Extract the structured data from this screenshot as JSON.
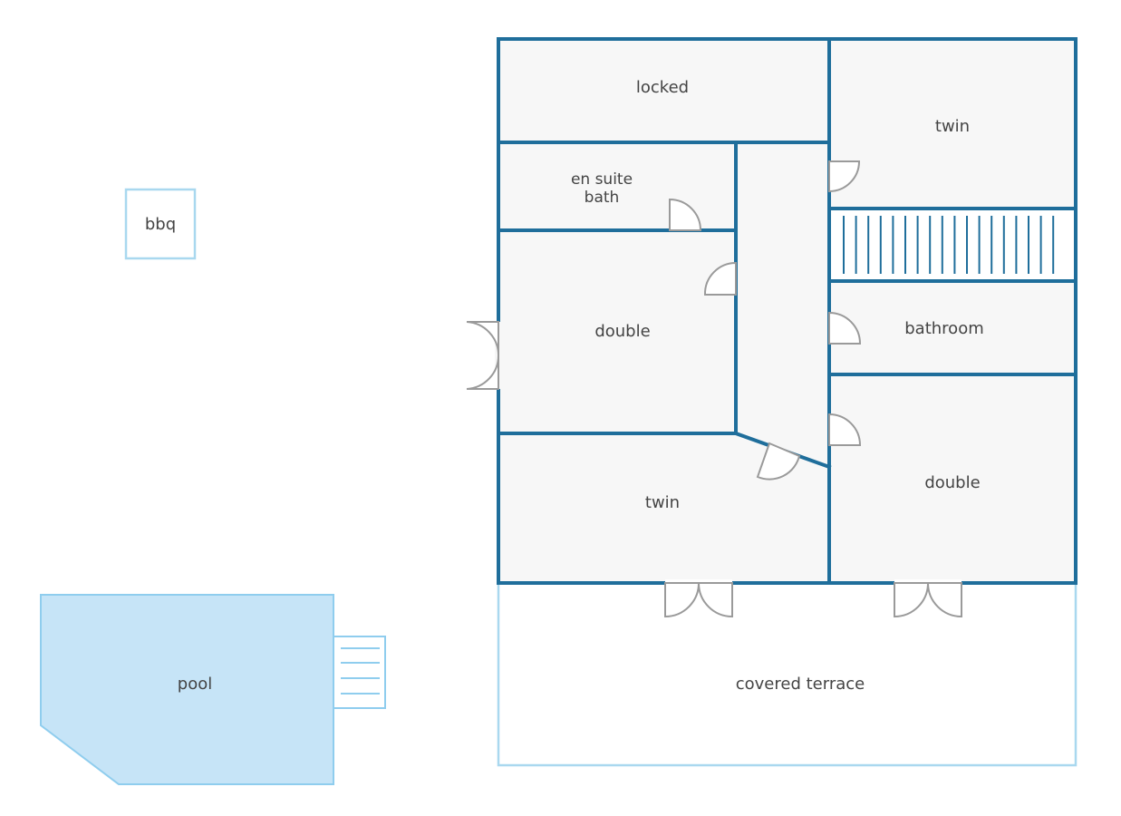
{
  "rooms": {
    "locked": "locked",
    "twin_top": "twin",
    "en_suite_line1": "en suite",
    "en_suite_line2": "bath",
    "double_left": "double",
    "bathroom": "bathroom",
    "twin_bottom": "twin",
    "double_right": "double",
    "terrace": "covered terrace"
  },
  "outdoor": {
    "bbq": "bbq",
    "pool": "pool"
  },
  "colors": {
    "wall": "#1f6e9b",
    "room_fill": "#f7f7f7",
    "door": "#9a9a9a",
    "light_outline": "#a9d8ef",
    "pool_fill": "#c6e4f7"
  }
}
